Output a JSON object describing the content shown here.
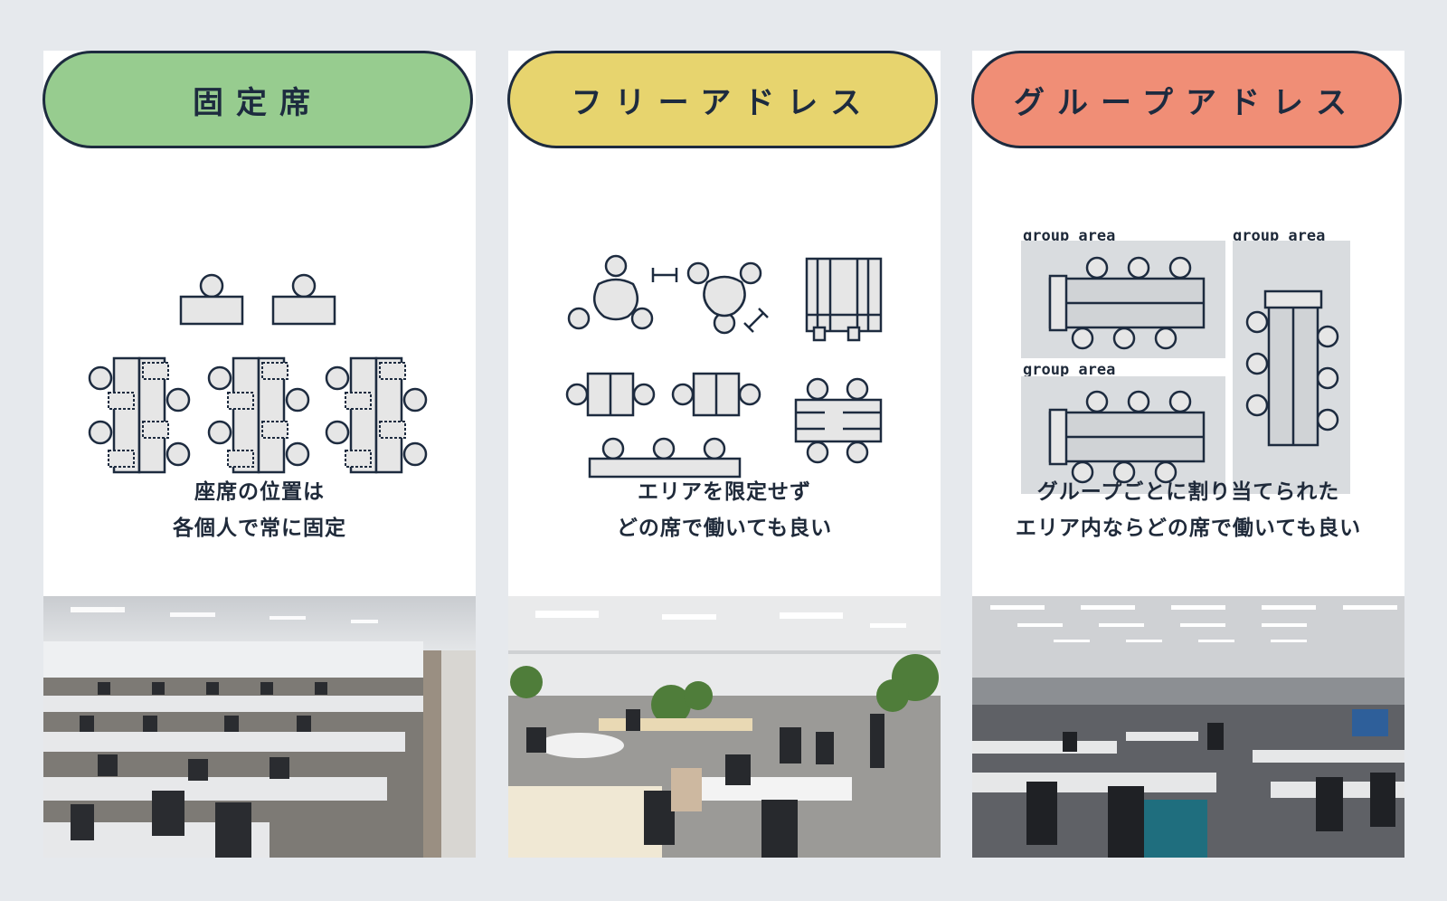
{
  "cards": [
    {
      "title": "固定席",
      "caption_line1": "座席の位置は",
      "caption_line2": "各個人で常に固定",
      "color": "#97cc8f"
    },
    {
      "title": "フリーアドレス",
      "caption_line1": "エリアを限定せず",
      "caption_line2": "どの席で働いても良い",
      "color": "#e7d46e"
    },
    {
      "title": "グループアドレス",
      "caption_line1": "グループごとに割り当てられた",
      "caption_line2": "エリア内ならどの席で働いても良い",
      "color": "#f08e76",
      "group_labels": [
        "group area",
        "group area",
        "group area"
      ]
    }
  ],
  "colors": {
    "background": "#e6e9ed",
    "card": "#ffffff",
    "outline": "#1d2b3f",
    "desk_fill": "#e6e6e6",
    "group_area_fill": "#d9dcdf"
  }
}
